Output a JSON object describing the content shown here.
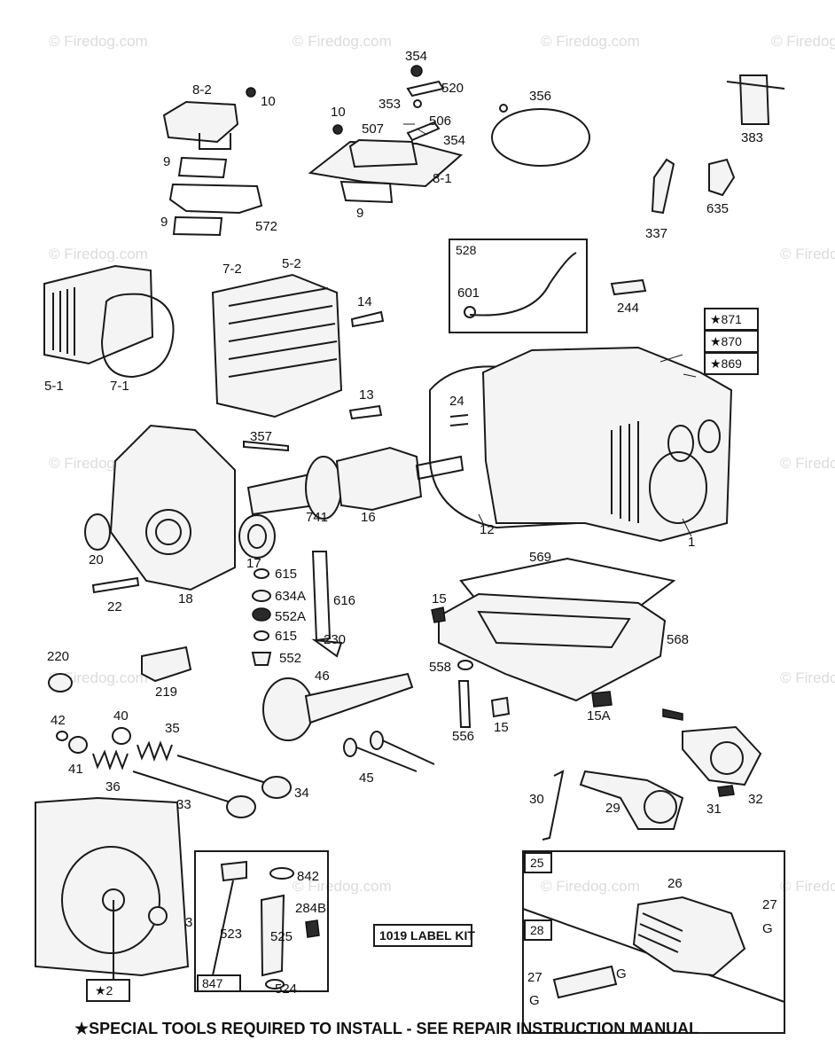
{
  "watermark": "© Firedog.com",
  "parts": [
    "354",
    "520",
    "353",
    "506",
    "507",
    "354",
    "10",
    "8-2",
    "10",
    "356",
    "383",
    "9",
    "8-1",
    "9",
    "572",
    "9",
    "635",
    "337",
    "528",
    "601",
    "244",
    "5-2",
    "7-2",
    "14",
    "5-1",
    "7-1",
    "871",
    "870",
    "869",
    "13",
    "24",
    "357",
    "1",
    "12",
    "16",
    "741",
    "20",
    "17",
    "18",
    "22",
    "615",
    "634A",
    "552A",
    "615",
    "552",
    "616",
    "230",
    "569",
    "15",
    "568",
    "558",
    "220",
    "219",
    "46",
    "556",
    "15",
    "15A",
    "42",
    "40",
    "35",
    "41",
    "36",
    "34",
    "33",
    "45",
    "30",
    "29",
    "31",
    "32",
    "842",
    "284B",
    "523",
    "525",
    "524",
    "847",
    "2",
    "3",
    "25",
    "26",
    "27",
    "28",
    "27"
  ],
  "boxes": {
    "kit_528": "528",
    "star_871": "★871",
    "star_870": "★870",
    "star_869": "★869",
    "box_2": "★2",
    "box_847": "847",
    "box_25": "25",
    "box_28": "28",
    "label_kit": "1019 LABEL KIT"
  },
  "footer": "★SPECIAL TOOLS REQUIRED TO INSTALL - SEE REPAIR INSTRUCTION MANUAL"
}
